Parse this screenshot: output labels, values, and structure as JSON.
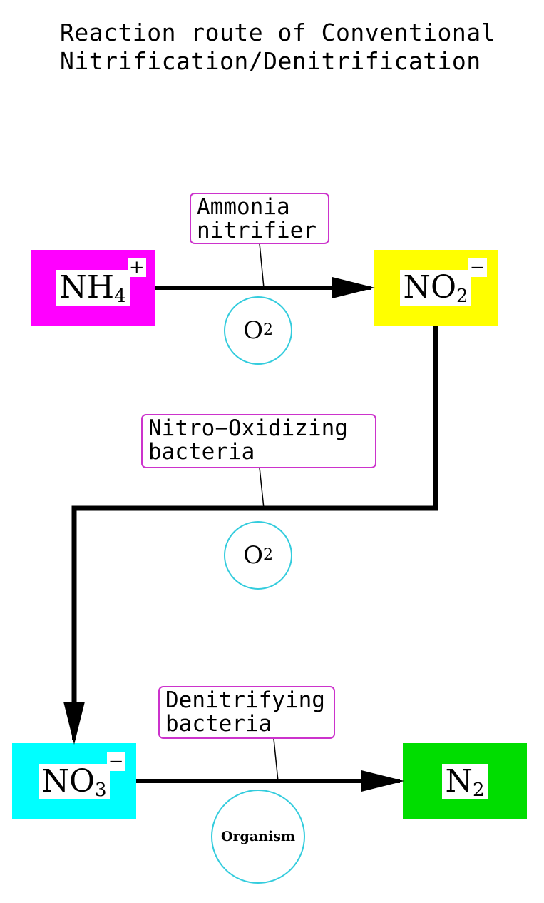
{
  "title": {
    "line1": "Reaction route of Conventional",
    "line2": "Nitrification/Denitrification"
  },
  "species": {
    "ammonium": {
      "base": "NH",
      "sub": "4",
      "charge": "+",
      "color": "#ff00ff"
    },
    "nitrite": {
      "base": "NO",
      "sub": "2",
      "charge": "−",
      "color": "#ffff00"
    },
    "nitrate": {
      "base": "NO",
      "sub": "3",
      "charge": "−",
      "color": "#00ffff"
    },
    "nitrogen": {
      "base": "N",
      "sub": "2",
      "charge": "",
      "color": "#00dd00"
    }
  },
  "steps": [
    {
      "label_line1": "Ammonia",
      "label_line2": "nitrifier",
      "condition_base": "O",
      "condition_sub": "2"
    },
    {
      "label_line1": "Nitro−Oxidizing",
      "label_line2": "bacteria",
      "condition_base": "O",
      "condition_sub": "2"
    },
    {
      "label_line1": "Denitrifying",
      "label_line2": "bacteria",
      "condition_text": "Organism"
    }
  ],
  "colors": {
    "label_border": "#cc33cc",
    "condition_circle": "#33ccdd",
    "arrow": "#000000"
  }
}
